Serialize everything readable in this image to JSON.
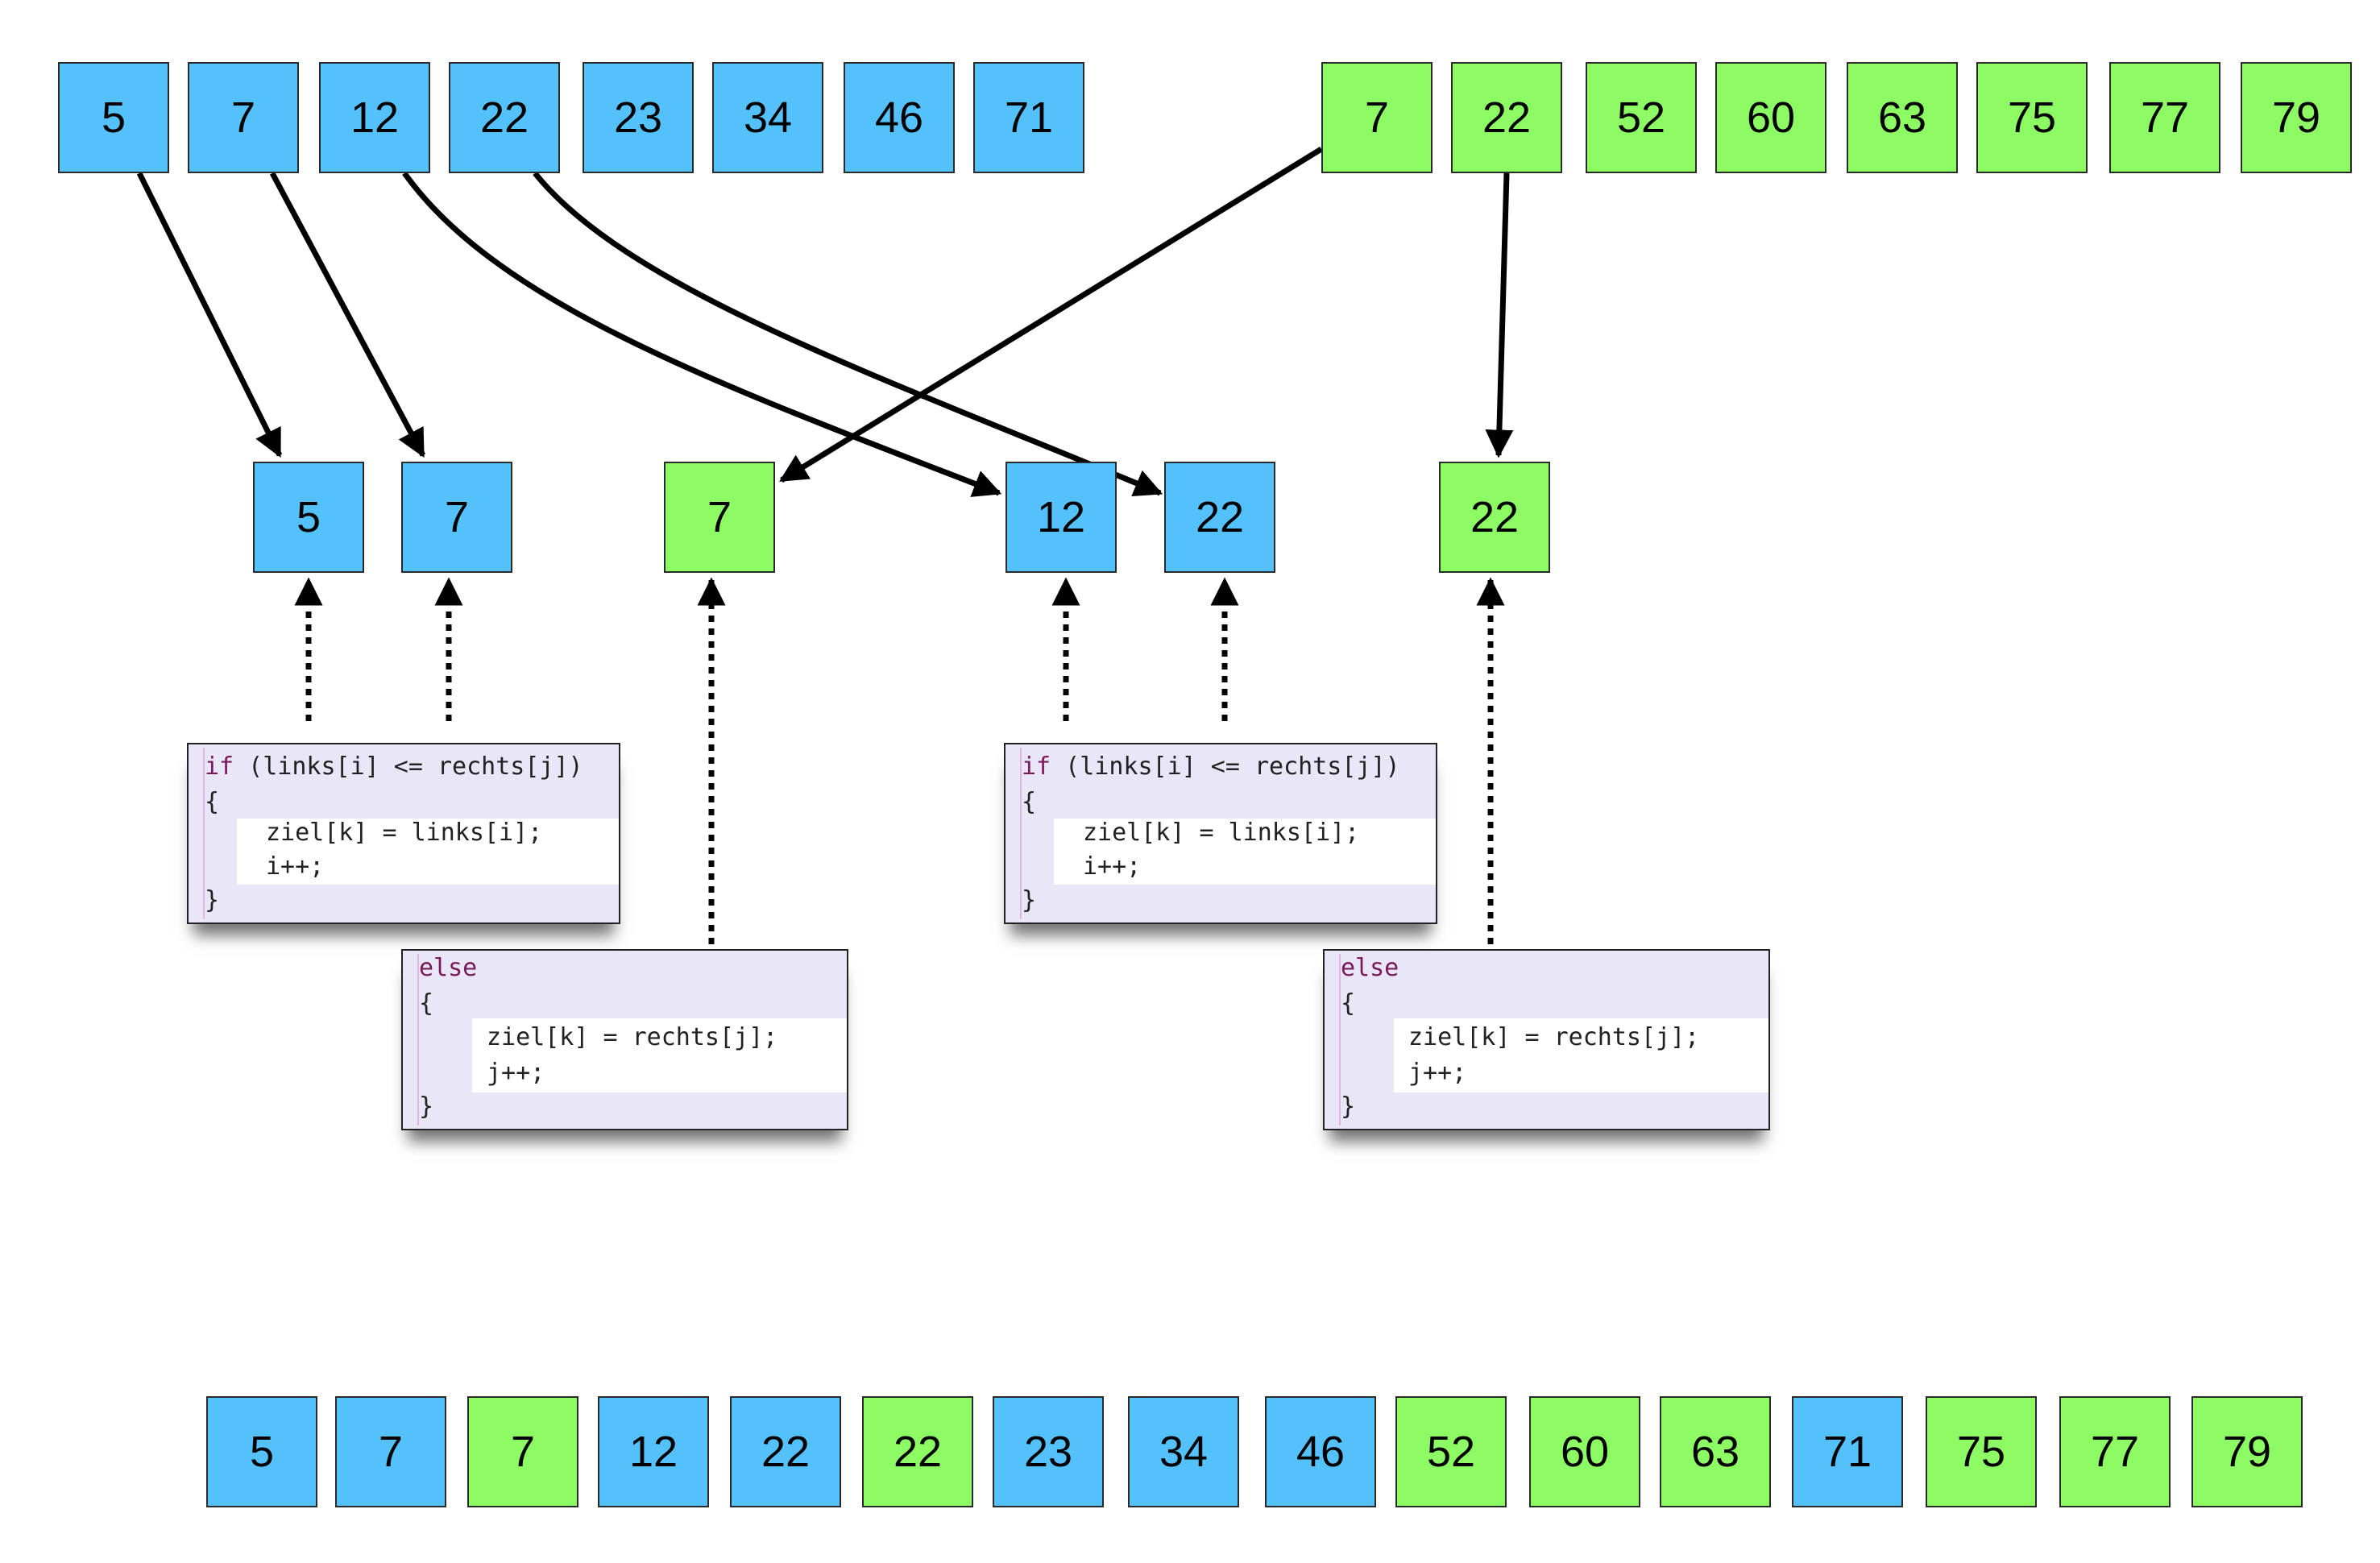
{
  "left_array": [
    "5",
    "7",
    "12",
    "22",
    "23",
    "34",
    "46",
    "71"
  ],
  "right_array": [
    "7",
    "22",
    "52",
    "60",
    "63",
    "75",
    "77",
    "79"
  ],
  "intermediate": [
    {
      "value": "5",
      "color": "blue"
    },
    {
      "value": "7",
      "color": "blue"
    },
    {
      "value": "7",
      "color": "green"
    },
    {
      "value": "12",
      "color": "blue"
    },
    {
      "value": "22",
      "color": "blue"
    },
    {
      "value": "22",
      "color": "green"
    }
  ],
  "result": [
    {
      "value": "5",
      "color": "blue"
    },
    {
      "value": "7",
      "color": "blue"
    },
    {
      "value": "7",
      "color": "green"
    },
    {
      "value": "12",
      "color": "blue"
    },
    {
      "value": "22",
      "color": "blue"
    },
    {
      "value": "22",
      "color": "green"
    },
    {
      "value": "23",
      "color": "blue"
    },
    {
      "value": "34",
      "color": "blue"
    },
    {
      "value": "46",
      "color": "blue"
    },
    {
      "value": "52",
      "color": "green"
    },
    {
      "value": "60",
      "color": "green"
    },
    {
      "value": "63",
      "color": "green"
    },
    {
      "value": "71",
      "color": "blue"
    },
    {
      "value": "75",
      "color": "green"
    },
    {
      "value": "77",
      "color": "green"
    },
    {
      "value": "79",
      "color": "green"
    }
  ],
  "code_if": {
    "kw": "if",
    "line1": " (links[i] <= rechts[j])",
    "line2": "{",
    "line3": "ziel[k] = links[i];",
    "line4": "i++;",
    "line5": "}"
  },
  "code_else": {
    "kw": "else",
    "line2": "{",
    "line3": "ziel[k] = rechts[j];",
    "line4": "j++;",
    "line5": "}"
  },
  "colors": {
    "blue": "#55c1fa",
    "green": "#8cfb64"
  }
}
